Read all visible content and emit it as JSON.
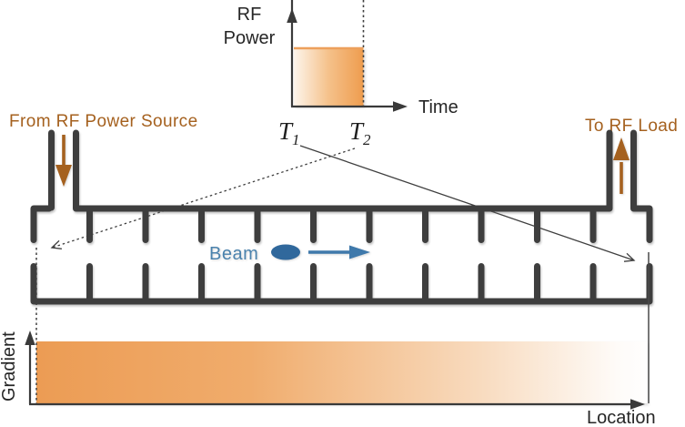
{
  "labels": {
    "from_rf_power_source": "From RF Power Source",
    "to_rf_load": "To RF Load",
    "beam": "Beam",
    "rf_power_line1": "RF",
    "rf_power_line2": "Power",
    "time": "Time",
    "t1": {
      "base": "T",
      "sub": "1"
    },
    "t2": {
      "base": "T",
      "sub": "2"
    },
    "gradient": "Gradient",
    "location": "Location"
  },
  "colors": {
    "wall_dark_gray": "#3e3e3e",
    "axis_dark": "#3a3a3a",
    "rf_label_brown": "#a5611f",
    "brown_arrow": "#a5611f",
    "beam_text_blue": "#4a82ad",
    "beam_ellipse_blue": "#30689c",
    "beam_arrow_blue": "#3f79ab",
    "pulse_orange": "#ee9c4e",
    "pulse_pale": "#fcf2e7"
  },
  "chart_data": [
    {
      "type": "area",
      "title": "RF power pulse",
      "xlabel": "Time",
      "ylabel": "RF Power",
      "x_ticks": [
        "T1",
        "T2"
      ],
      "series_description": "constant RF power level between times T1 and T2, fill shades from pale at T1 to orange at T2",
      "grid": false
    },
    {
      "type": "area",
      "title": "Accelerating gradient along structure",
      "xlabel": "Location",
      "ylabel": "Gradient",
      "series_description": "flat-top gradient starting at structure entrance, amplitude fading from orange (entrance) to white (exit/load end)",
      "grid": false
    }
  ]
}
